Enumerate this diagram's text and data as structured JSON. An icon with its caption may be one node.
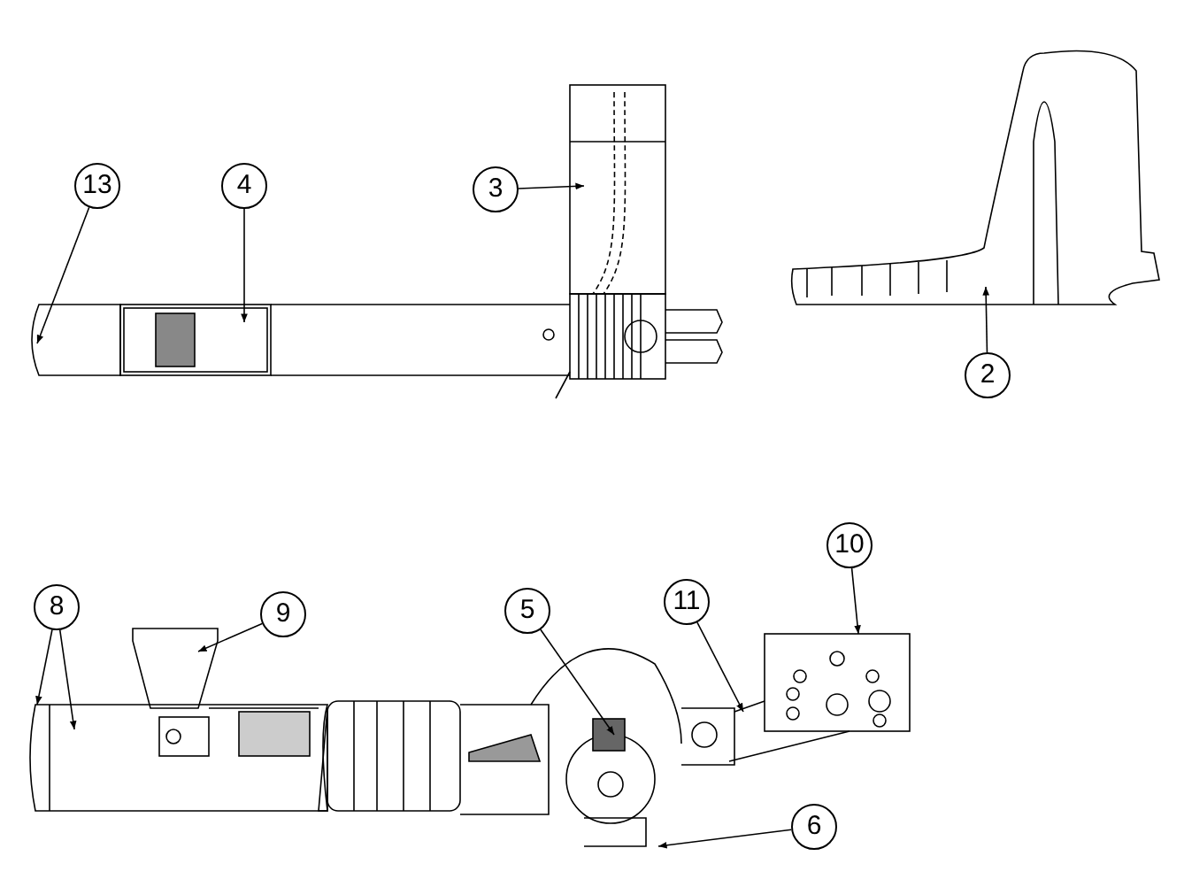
{
  "diagram": {
    "nodes": [
      {
        "text": [
          "13"
        ]
      },
      {
        "text": [
          "4"
        ]
      },
      {
        "text": [
          "3"
        ]
      },
      {
        "text": [
          "2"
        ]
      },
      {
        "text": [
          "8"
        ]
      },
      {
        "text": [
          "9"
        ]
      },
      {
        "text": [
          "5"
        ]
      },
      {
        "text": [
          "11"
        ]
      },
      {
        "text": [
          "10"
        ]
      },
      {
        "text": [
          "6"
        ]
      }
    ],
    "edges": [
      {
        "from": 0,
        "to": null,
        "arrow": "to"
      },
      {
        "from": 1,
        "to": null,
        "arrow": "to"
      },
      {
        "from": 2,
        "to": null,
        "arrow": "to"
      },
      {
        "from": 3,
        "to": null,
        "arrow": "to"
      },
      {
        "from": 4,
        "to": null,
        "arrow": "to"
      },
      {
        "from": 4,
        "to": null,
        "arrow": "to"
      },
      {
        "from": 5,
        "to": null,
        "arrow": "to"
      },
      {
        "from": 6,
        "to": null,
        "arrow": "to"
      },
      {
        "from": 7,
        "to": null,
        "arrow": "to"
      },
      {
        "from": 8,
        "to": null,
        "arrow": "to"
      },
      {
        "from": 9,
        "to": null,
        "arrow": "to"
      }
    ]
  }
}
